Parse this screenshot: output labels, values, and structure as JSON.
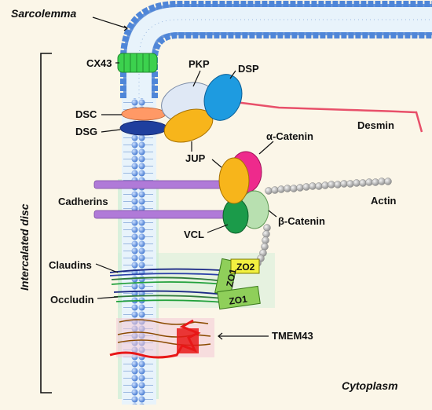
{
  "labels": {
    "sarcolemma": "Sarcolemma",
    "intercalated_disc": "Intercalated disc",
    "cytoplasm": "Cytoplasm",
    "cx43": "CX43",
    "pkp": "PKP",
    "dsp": "DSP",
    "dsc": "DSC",
    "dsg": "DSG",
    "desmin": "Desmin",
    "jup": "JUP",
    "alpha_catenin": "α-Catenin",
    "actin": "Actin",
    "cadherins": "Cadherins",
    "beta_catenin": "β-Catenin",
    "vcl": "VCL",
    "claudins": "Claudins",
    "zo2": "ZO2",
    "zo1_a": "ZO1",
    "zo1_b": "ZO1",
    "occludin": "Occludin",
    "tmem43": "TMEM43"
  },
  "colors": {
    "background": "#fbf6e8",
    "membrane_head": "#4f86d8",
    "pkp": "#dfe8f5",
    "dsp": "#1e9be0",
    "dsc": "#ff9966",
    "dsg": "#1f3f9e",
    "jup": "#f7b51b",
    "alpha_catenin": "#ee2a8c",
    "beta_catenin": "#b8e0b0",
    "vcl": "#1b9b4a",
    "cadherin_rod": "#b07ad8",
    "desmin": "#e8506a",
    "zo": "#8fcf5a",
    "zo2": "#f2f040",
    "tmem43": "#e81818",
    "cx43": "#3cd14e"
  }
}
